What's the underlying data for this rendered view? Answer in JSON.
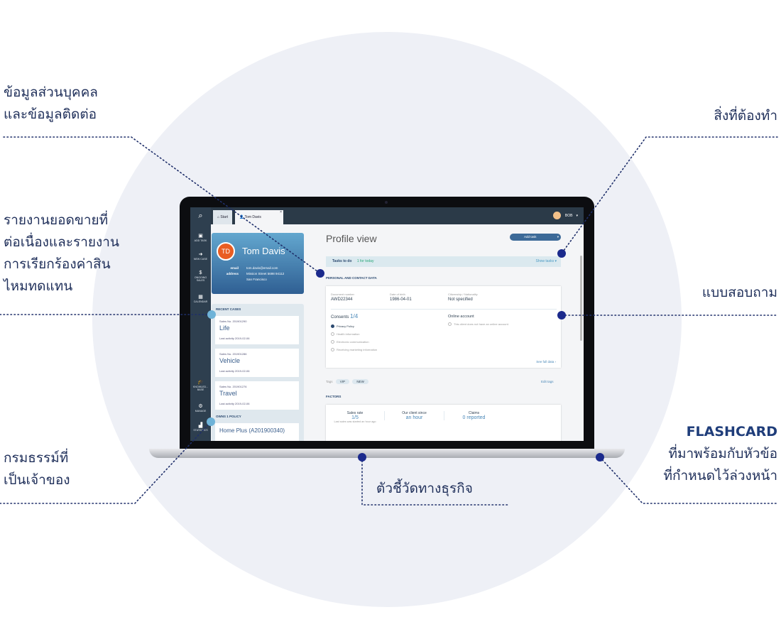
{
  "callouts": {
    "personal_data": [
      "ข้อมูลส่วนบุคคล",
      "และข้อมูลติดต่อ"
    ],
    "todo": "สิ่งที่ต้องทำ",
    "reports": [
      "รายงานยอดขายที่",
      "ต่อเนื่องและรายงาน",
      "การเรียกร้องค่าสิน",
      "ไหมทดแทน"
    ],
    "survey": "แบบสอบถาม",
    "policies": [
      "กรมธรรม์ที่",
      "เป็นเจ้าของ"
    ],
    "kpi": "ตัวชี้วัดทางธุรกิจ",
    "flashcard": [
      "FLASHCARD",
      "ที่มาพร้อมกับหัวข้อ",
      "ที่กำหนดไว้ล่วงหน้า"
    ]
  },
  "app": {
    "sidebar": [
      {
        "icon": "search-icon",
        "label": ""
      },
      {
        "icon": "add-task-icon",
        "label": "ADD TASK"
      },
      {
        "icon": "arrow-right-icon",
        "label": "NEW CASE"
      },
      {
        "icon": "dollar-icon",
        "label": "ONGOING SALES"
      },
      {
        "icon": "calendar-icon",
        "label": "CALENDAR"
      },
      {
        "icon": "graduation-cap-icon",
        "label": "KNOWLED... BASE"
      },
      {
        "icon": "gear-icon",
        "label": "MANAGE"
      },
      {
        "icon": "bar-chart-icon",
        "label": "STATISTICS"
      }
    ],
    "tabs": [
      "Start",
      "Tom Davis"
    ],
    "user": "BOB",
    "profile": {
      "initials": "TD",
      "name": "Tom Davis",
      "email_label": "email",
      "email": "tom.davis@email.com",
      "address_label": "address",
      "address1": "Mission Street 5698 94112",
      "address2": "San Francisco"
    },
    "recent_cases_title": "RECENT CASES",
    "cases": [
      {
        "no": "Sales No. 201901290",
        "title": "Life",
        "activity": "Last activity 2019-02-06"
      },
      {
        "no": "Sales No. 201901286",
        "title": "Vehicle",
        "activity": "Last activity 2019-02-06"
      },
      {
        "no": "Sales No. 201901276",
        "title": "Travel",
        "activity": "Last activity 2019-02-06"
      }
    ],
    "policies_title": "OWNS 1 POLICY",
    "policy": {
      "name": "Home Plus",
      "id": "(A201900340)"
    },
    "main": {
      "title": "Profile view",
      "add_task": "Add task",
      "tasks_label": "Tasks to do",
      "tasks_today": "1 for today",
      "show_tasks": "Show tasks",
      "personal_title": "PERSONAL AND CONTACT DATA",
      "doc_label": "Document number",
      "doc": "AWD22344",
      "dob_label": "Date of birth",
      "dob": "1986-04-01",
      "cit_label": "Citizenship / Nationality",
      "cit": "Not specified",
      "consents_label": "Consents",
      "consents_value": "1/4",
      "consents": [
        {
          "label": "Privacy Policy",
          "checked": true
        },
        {
          "label": "Health information",
          "checked": false
        },
        {
          "label": "Electronic communication",
          "checked": false
        },
        {
          "label": "Receiving marketing information",
          "checked": false
        }
      ],
      "online_label": "Online account",
      "online_text": "This client does not have an online account.",
      "see_full": "See full data ›",
      "tags_label": "Tags",
      "tags": [
        "VIP",
        "NEW"
      ],
      "edit_tags": "Edit tags",
      "factors_title": "FACTORS",
      "factors": [
        {
          "label": "Sales rate",
          "value": "1/5",
          "note": "Last sales was started an hour ago"
        },
        {
          "label": "Our client since",
          "value": "an hour",
          "note": ""
        },
        {
          "label": "Claims",
          "value": "0 reported",
          "note": ""
        }
      ]
    }
  }
}
